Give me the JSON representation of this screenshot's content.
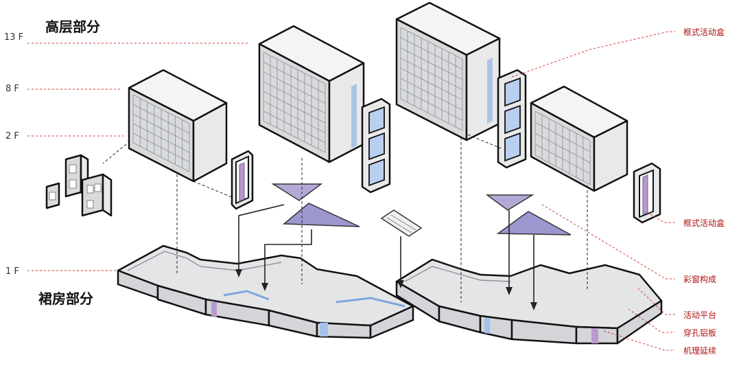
{
  "floors": [
    {
      "id": "13f",
      "label": "13 F"
    },
    {
      "id": "8f",
      "label": "8 F"
    },
    {
      "id": "2f",
      "label": "2 F"
    },
    {
      "id": "1f",
      "label": "1 F"
    }
  ],
  "titles": {
    "tower": "高层部分",
    "podium": "裙房部分"
  },
  "callouts": {
    "frame_box_top": "框式活动盒",
    "frame_box_mid": "框式活动盒",
    "color_window": "彩窗构成",
    "activity_platform": "活动平台",
    "perforated_aluminum": "穿孔铝板",
    "texture_extension": "机理延续"
  },
  "colors": {
    "callout_red": "#b01010",
    "guide_red": "#d23a3a",
    "accent_blue": "#6f9fd8",
    "accent_purple": "#9b6fb0",
    "building_gray": "#d9dadc"
  }
}
